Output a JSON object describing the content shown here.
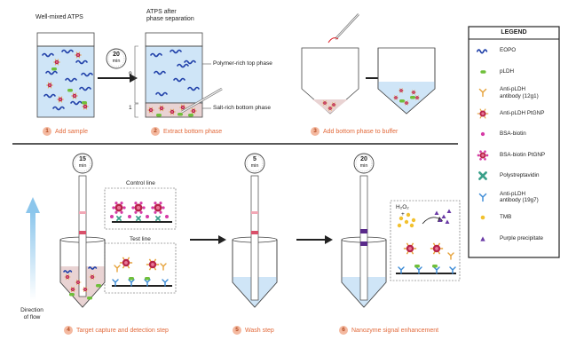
{
  "top": {
    "well_mixed": "Well-mixed ATPS",
    "after_sep": "ATPS after",
    "after_sep2": "phase separation",
    "timer1": "20",
    "timer1_unit": "min",
    "top_phase": "Polymer-rich top phase",
    "bottom_phase": "Salt-rich bottom phase",
    "ratio_top": "9",
    "ratio_bottom": "1"
  },
  "steps": {
    "s1": {
      "num": "1",
      "label": "Add sample"
    },
    "s2": {
      "num": "2",
      "label": "Extract bottom phase"
    },
    "s3": {
      "num": "3",
      "label": "Add bottom phase to buffer"
    },
    "s4": {
      "num": "4",
      "label": "Target capture and detection step"
    },
    "s5": {
      "num": "5",
      "label": "Wash step"
    },
    "s6": {
      "num": "6",
      "label": "Nanozyme signal enhancement"
    }
  },
  "bottom": {
    "timer4": "15",
    "timer5": "5",
    "timer6": "20",
    "timer_unit": "min",
    "control_line": "Control line",
    "test_line": "Test line",
    "h2o2": "H₂O₂",
    "plus": "+",
    "direction": "Direction",
    "of_flow": "of flow"
  },
  "legend": {
    "title": "LEGEND",
    "items": [
      {
        "label": "EOPO",
        "icon": "eopo-squiggle-icon"
      },
      {
        "label": "pLDH",
        "icon": "pldh-capsule-icon"
      },
      {
        "label": "Anti-pLDH",
        "label2": "antibody (12g1)",
        "icon": "antibody-orange-icon"
      },
      {
        "label": "Anti-pLDH PtGNP",
        "icon": "antibody-ptgnp-icon"
      },
      {
        "label": "BSA-biotin",
        "icon": "bsa-biotin-dot-icon"
      },
      {
        "label": "BSA-biotin PtGNP",
        "icon": "bsa-biotin-ptgnp-icon"
      },
      {
        "label": "Polystreptavidin",
        "icon": "polystreptavidin-icon"
      },
      {
        "label": "Anti-pLDH",
        "label2": "antibody (19g7)",
        "icon": "antibody-blue-icon"
      },
      {
        "label": "TMB",
        "icon": "tmb-dot-icon"
      },
      {
        "label": "Purple precipitate",
        "icon": "purple-triangle-icon"
      }
    ]
  },
  "colors": {
    "eopo": "#1f3fa8",
    "orange": "#e2693a",
    "pldh": "#6fbf3a",
    "antibody": "#e6a23a",
    "ptgnp": "#b8244a",
    "magenta": "#d63aa6",
    "streptavidin": "#3aa08a",
    "blue_ab": "#3a8ad6",
    "tmb": "#f2c12e",
    "purple": "#6a3aa6",
    "test_line": "#d9506a",
    "control_line": "#f2a8b6",
    "purple_line": "#5a2a8a",
    "arrow": "#a8d4ef"
  }
}
